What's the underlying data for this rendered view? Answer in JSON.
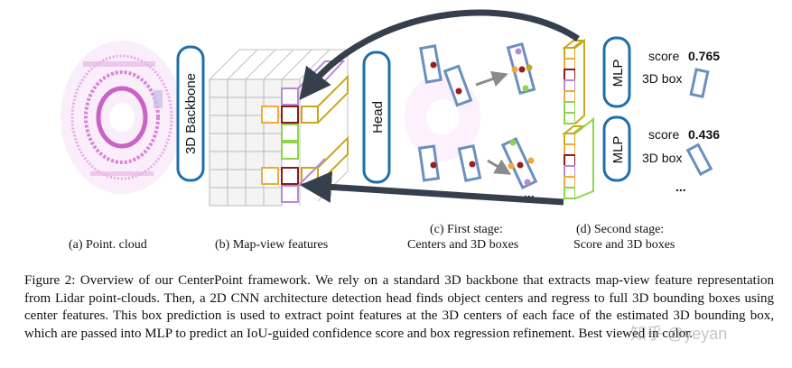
{
  "figure": {
    "backbone_label": "3D Backbone",
    "head_label": "Head",
    "mlp_label": "MLP",
    "score_label": "score",
    "box_label": "3D box",
    "score_top": "0.765",
    "score_bottom": "0.436",
    "ellipsis": "...",
    "sub_a": "(a) Point. cloud",
    "sub_b": "(b) Map-view features",
    "sub_c_line1": "(c) First stage:",
    "sub_c_line2": "Centers and 3D boxes",
    "sub_d_line1": "(d) Second stage:",
    "sub_d_line2": "Score and 3D boxes"
  },
  "caption": "Figure 2: Overview of our CenterPoint framework. We rely on a standard 3D backbone that extracts map-view feature representation from Lidar point-clouds. Then, a 2D CNN architecture detection head finds object centers and regress to full 3D bounding boxes using center features. This box prediction is used to extract point features at the 3D centers of each face of the estimated 3D bounding box, which are passed into MLP to predict an IoU-guided confidence score and box regression refinement. Best viewed in color.",
  "watermark": "知乎 @yeyan",
  "colors": {
    "module_border": "#1f6fa8",
    "box_outline": "#6a8fc0",
    "arrow": "#36404c",
    "center_dot": "#9b1c1c",
    "orange": "#f2a93b",
    "green": "#8fd44a",
    "purple": "#b98ad1",
    "olive": "#c9a71c",
    "maroon": "#8b1a22",
    "pointcloud": "#d985d6"
  }
}
